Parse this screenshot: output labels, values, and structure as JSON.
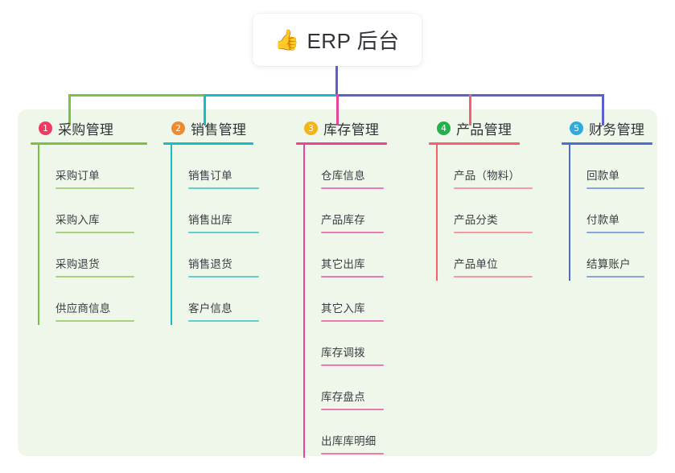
{
  "root": {
    "icon": "thumbs-up-emoji",
    "icon_glyph": "👍",
    "title": "ERP 后台"
  },
  "palette": {
    "page_background": "#ffffff",
    "panel_background": "#eef7e9",
    "text": "#2f3237",
    "item_text": "#3b3e43"
  },
  "connectors": {
    "stem_color": "#5b5fd0",
    "segments": [
      {
        "name": "purchasing-branch",
        "color": "#7cc242"
      },
      {
        "name": "sales-branch",
        "color": "#16bfbf"
      },
      {
        "name": "inventory-branch",
        "color": "#e8459a"
      },
      {
        "name": "product-branch",
        "color": "#f4616c"
      },
      {
        "name": "finance-branch",
        "color": "#5b5fd0"
      }
    ]
  },
  "columns": [
    {
      "number": "1",
      "title": "采购管理",
      "badge_color": "#ef3b62",
      "line_color": "#7cc242",
      "rule_color": "#a9d27c",
      "items": [
        {
          "label": "采购订单"
        },
        {
          "label": "采购入库"
        },
        {
          "label": "采购退货"
        },
        {
          "label": "供应商信息"
        }
      ]
    },
    {
      "number": "2",
      "title": "销售管理",
      "badge_color": "#f08a2c",
      "line_color": "#16bfbf",
      "rule_color": "#64cfcc",
      "items": [
        {
          "label": "销售订单"
        },
        {
          "label": "销售出库"
        },
        {
          "label": "销售退货"
        },
        {
          "label": "客户信息"
        }
      ]
    },
    {
      "number": "3",
      "title": "库存管理",
      "badge_color": "#f5b31a",
      "line_color": "#e8459a",
      "rule_color": "#e87bb4",
      "items": [
        {
          "label": "仓库信息"
        },
        {
          "label": "产品库存"
        },
        {
          "label": "其它出库"
        },
        {
          "label": "其它入库"
        },
        {
          "label": "库存调拨"
        },
        {
          "label": "库存盘点"
        },
        {
          "label": "出库库明细"
        }
      ]
    },
    {
      "number": "4",
      "title": "产品管理",
      "badge_color": "#22b14c",
      "line_color": "#f4616c",
      "rule_color": "#f59aa0",
      "items": [
        {
          "label": "产品（物料）"
        },
        {
          "label": "产品分类"
        },
        {
          "label": "产品单位"
        }
      ]
    },
    {
      "number": "5",
      "title": "财务管理",
      "badge_color": "#2eaae0",
      "line_color": "#4a6fd4",
      "rule_color": "#8aa4e0",
      "items": [
        {
          "label": "回款单"
        },
        {
          "label": "付款单"
        },
        {
          "label": "结算账户"
        }
      ]
    }
  ]
}
